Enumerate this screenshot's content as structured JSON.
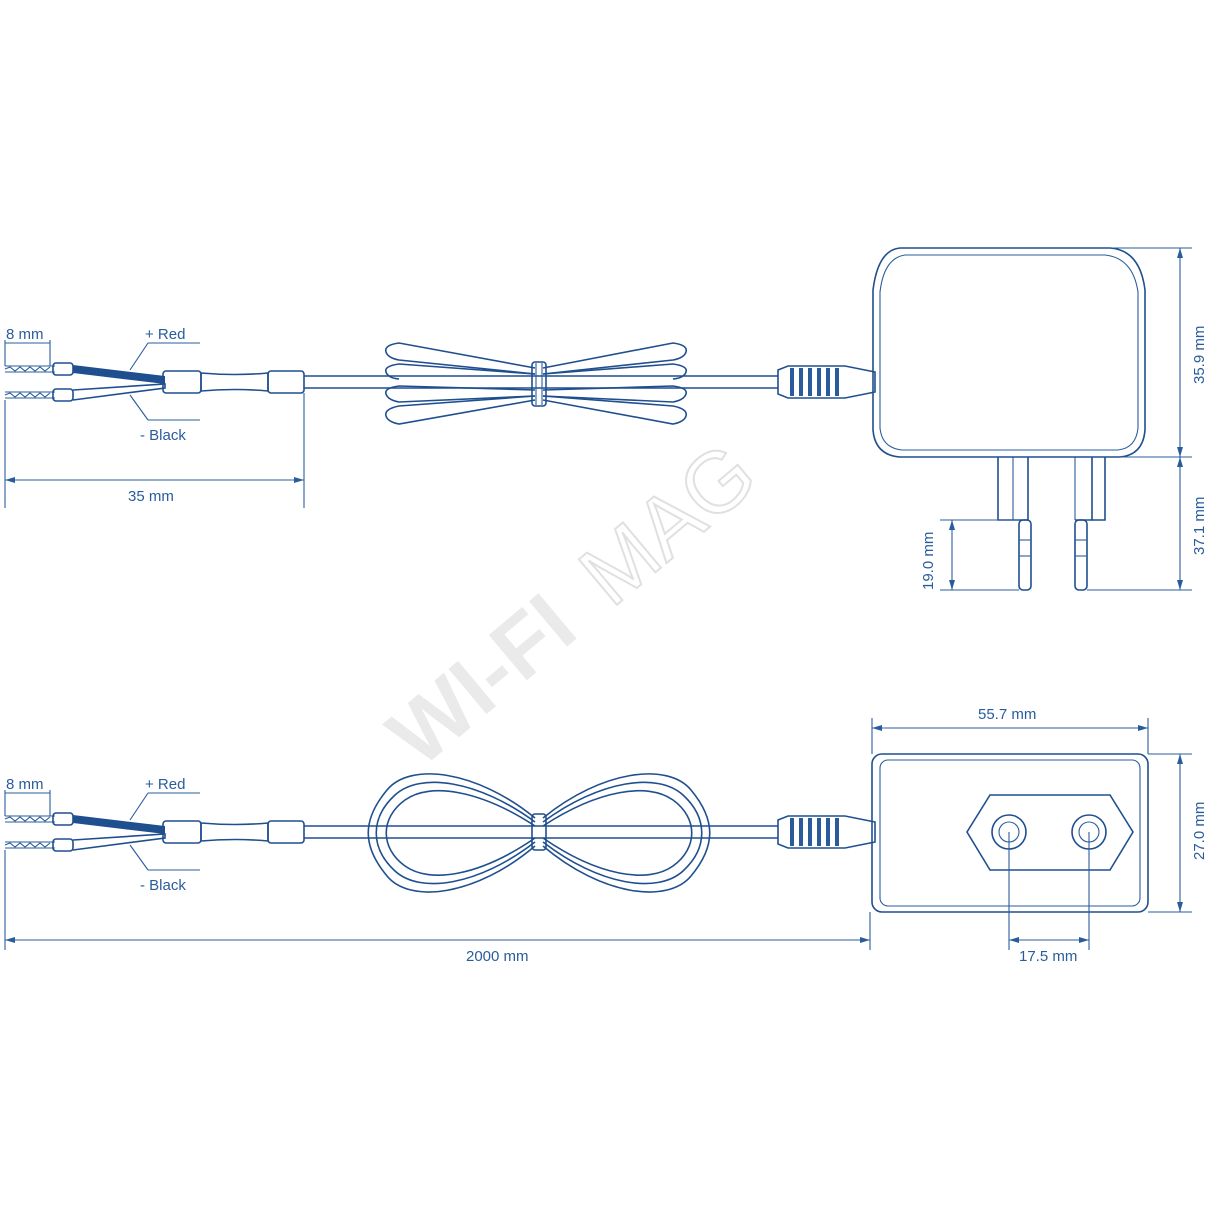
{
  "labels": {
    "strip_length_top": "8 mm",
    "red_top": "+ Red",
    "black_top": "- Black",
    "sleeve_length": "35 mm",
    "body_height": "35.9 mm",
    "pin_height": "37.1 mm",
    "pin_length": "19.0 mm",
    "strip_length_bottom": "8 mm",
    "red_bottom": "+ Red",
    "black_bottom": "- Black",
    "cable_length": "2000 mm",
    "body_width": "55.7 mm",
    "body_depth": "27.0 mm",
    "pin_spacing": "17.5 mm"
  },
  "watermark": {
    "part1": "WI-FI",
    "part2": "MAG"
  },
  "colors": {
    "line": "#1f4f8f",
    "watermark": "#d9d9d9"
  }
}
